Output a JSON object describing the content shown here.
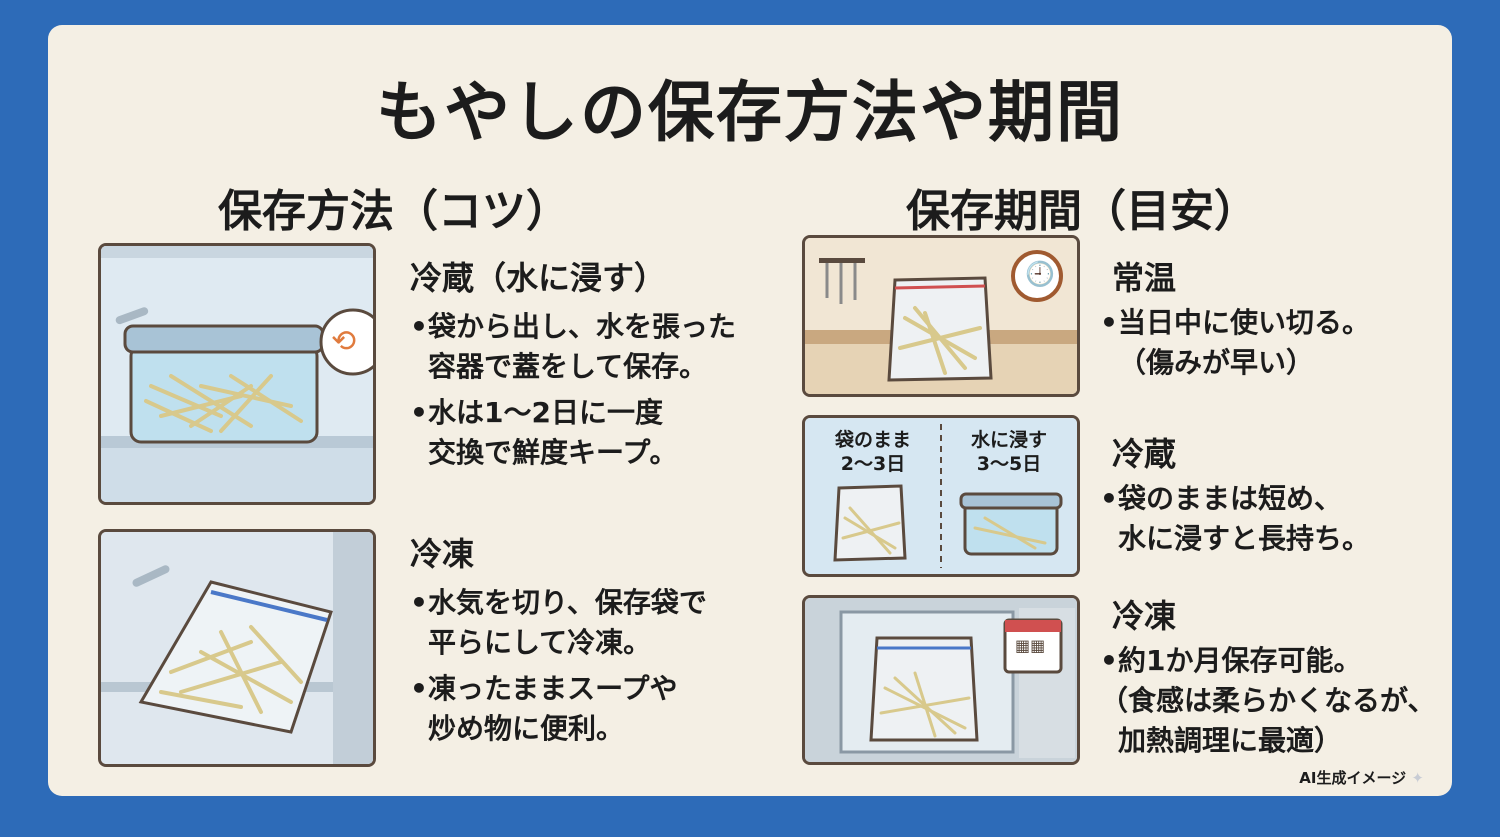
{
  "title": "もやしの保存方法や期間",
  "left_section": {
    "heading": "保存方法（コツ）",
    "items": [
      {
        "title": "冷蔵（水に浸す）",
        "bullets": [
          [
            "袋から出し、水を張った",
            "容器で蓋をして保存。"
          ],
          [
            "水は1〜2日に一度",
            "交換で鮮度キープ。"
          ]
        ]
      },
      {
        "title": "冷凍",
        "bullets": [
          [
            "水気を切り、保存袋で",
            "平らにして冷凍。"
          ],
          [
            "凍ったままスープや",
            "炒め物に便利。"
          ]
        ]
      }
    ]
  },
  "right_section": {
    "heading": "保存期間（目安）",
    "items": [
      {
        "title": "常温",
        "lines": [
          "当日中に使い切る。",
          "（傷みが早い）"
        ]
      },
      {
        "title": "冷蔵",
        "lines": [
          "袋のままは短め、",
          "水に浸すと長持ち。"
        ],
        "panel_labels": [
          {
            "label": "袋のまま",
            "period": "2〜3日"
          },
          {
            "label": "水に浸す",
            "period": "3〜5日"
          }
        ]
      },
      {
        "title": "冷凍",
        "lines": [
          "約1か月保存可能。",
          "（食感は柔らかくなるが、",
          "加熱調理に最適）"
        ]
      }
    ]
  },
  "watermark": "AI生成イメージ",
  "colors": {
    "background": "#2d6bb8",
    "card": "#f4efe4",
    "text": "#1c1c1c",
    "frame": "#5a4a3e"
  },
  "icons": [
    "water-swap-icon",
    "clock-icon",
    "calendar-icon",
    "sparkle-icon"
  ]
}
